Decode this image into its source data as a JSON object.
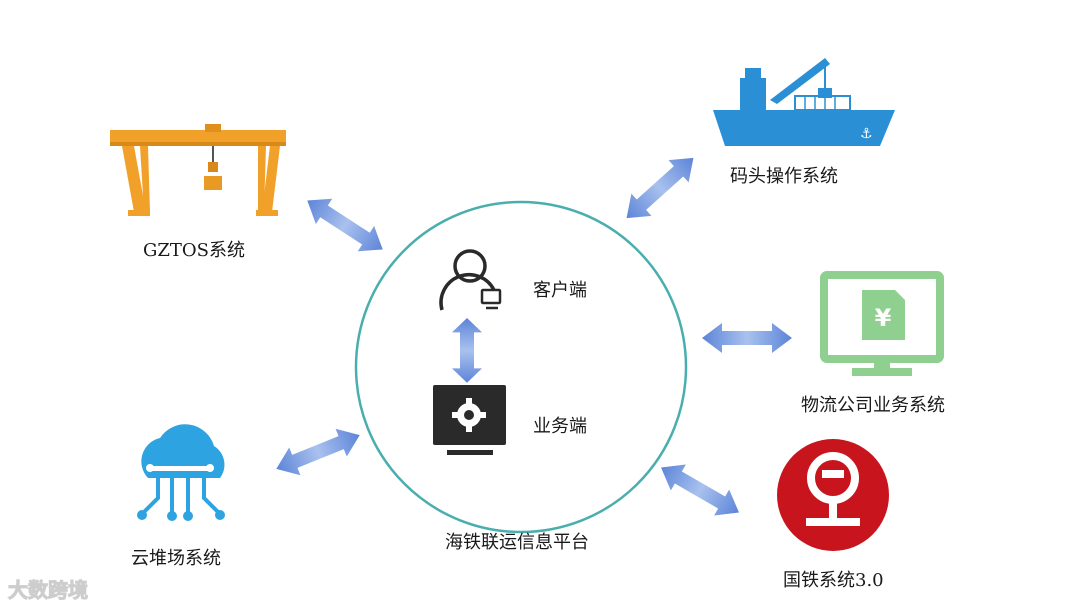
{
  "nodes": {
    "gztos": {
      "label": "GZTOS系统",
      "icon": "gantry-crane-icon"
    },
    "terminal": {
      "label": "码头操作系统",
      "icon": "cargo-ship-crane-icon"
    },
    "logistics": {
      "label": "物流公司业务系统",
      "icon": "monitor-yuan-document-icon"
    },
    "railway": {
      "label": "国铁系统3.0",
      "icon": "china-railway-logo-icon"
    },
    "yard": {
      "label": "云堆场系统",
      "icon": "cloud-circuit-icon"
    }
  },
  "platform": {
    "label": "海铁联运信息平台",
    "client_label": "客户端",
    "business_label": "业务端",
    "client_icon": "user-computer-icon",
    "business_icon": "monitor-gear-icon"
  },
  "watermark": {
    "text": "大数跨境"
  },
  "colors": {
    "circle": "#4aaeae",
    "arrow": "#6f94dd",
    "crane": "#f1a12a",
    "ship": "#2a8fd4",
    "monitor": "#8fcf8f",
    "railway": "#c8151d",
    "cloud": "#2ea3e2",
    "dark_icon": "#2a2a2a"
  }
}
